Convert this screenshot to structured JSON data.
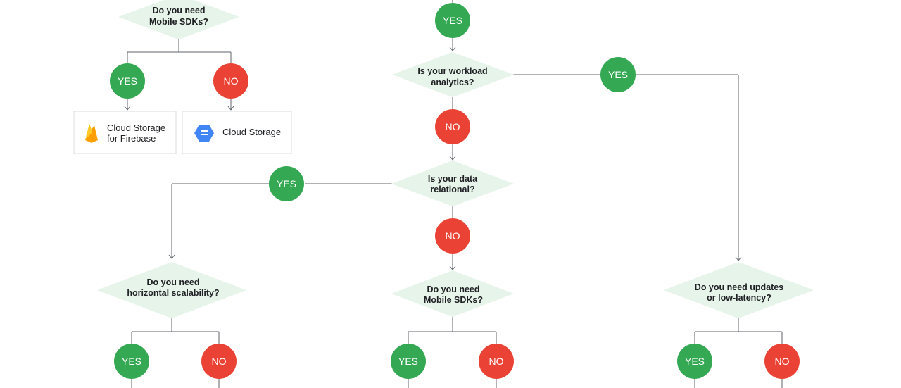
{
  "colors": {
    "yes": "#34a853",
    "no": "#ea4335",
    "decision_fill": "#e6f4ea",
    "line": "#5f6368",
    "card_border": "#dadce0",
    "firebase": "#ffa000",
    "gcs": "#4285f4"
  },
  "decisions": {
    "mobile_sdks_top": [
      "Do you need",
      "Mobile SDKs?"
    ],
    "workload_analytics": [
      "Is your workload",
      "analytics?"
    ],
    "data_relational": [
      "Is your data",
      "relational?"
    ],
    "horizontal_scalability": [
      "Do you need",
      "horizontal scalability?"
    ],
    "mobile_sdks_mid": [
      "Do you need",
      "Mobile SDKs?"
    ],
    "updates_latency": [
      "Do you need updates",
      "or low-latency?"
    ]
  },
  "answers": {
    "yes": "YES",
    "no": "NO"
  },
  "products": {
    "firebase_storage": [
      "Cloud Storage",
      "for Firebase"
    ],
    "cloud_storage": "Cloud Storage"
  },
  "icons": {
    "firebase": "firebase-flame-icon",
    "gcs": "cloud-storage-hexagon-icon"
  }
}
